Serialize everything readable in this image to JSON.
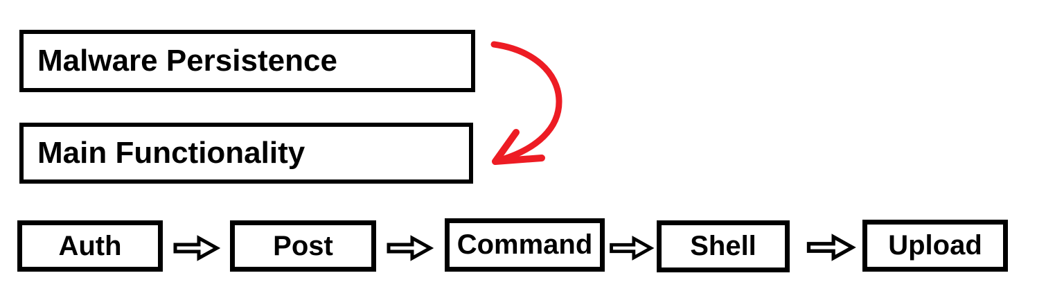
{
  "diagram": {
    "top_boxes": [
      {
        "label": "Malware Persistence"
      },
      {
        "label": "Main Functionality"
      }
    ],
    "red_arrow": {
      "meaning": "Malware Persistence leads to Main Functionality",
      "color": "#ed1c24"
    },
    "flow": {
      "steps": [
        "Auth",
        "Post",
        "Command",
        "Shell",
        "Upload"
      ],
      "connector": "right-block-arrow"
    },
    "colors": {
      "ink": "#000000",
      "background": "#ffffff",
      "accent_red": "#ed1c24"
    }
  }
}
